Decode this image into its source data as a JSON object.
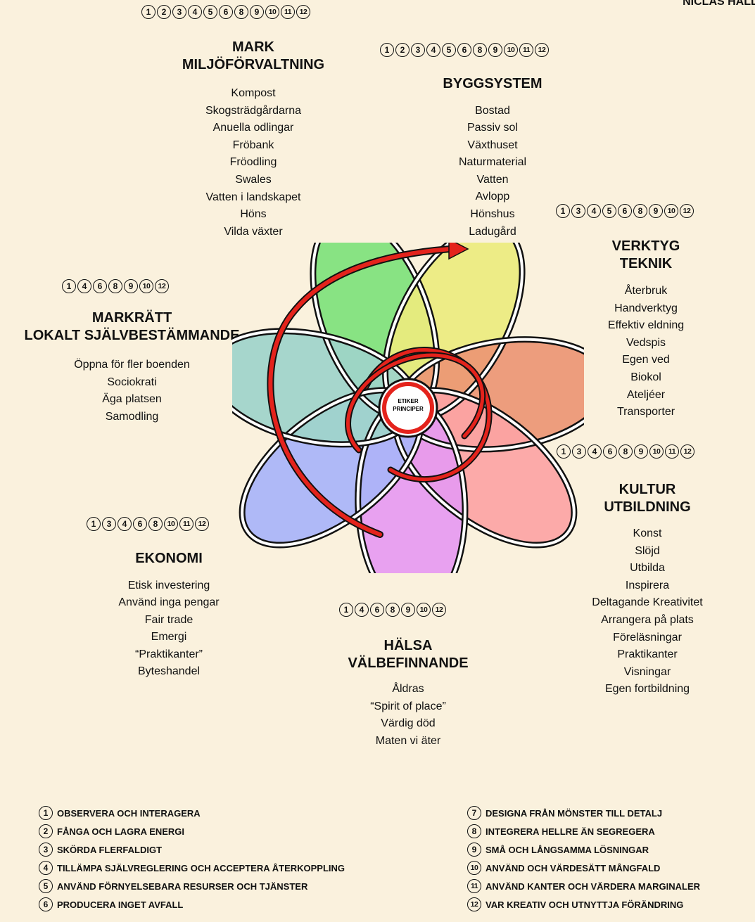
{
  "author": "NICLAS HALLBE",
  "center_label": [
    "ETIKER",
    "PRINCIPER"
  ],
  "colors": {
    "background": "#faf1dd",
    "petals": [
      "#7ee27b",
      "#ecec7e",
      "#ec9674",
      "#fca4a4",
      "#e69af1",
      "#a8b4f8",
      "#9ed4ca"
    ],
    "arrow": "#e4231c"
  },
  "sections": {
    "mark": {
      "principles": [
        "1",
        "2",
        "3",
        "4",
        "5",
        "6",
        "8",
        "9",
        "10",
        "11",
        "12"
      ],
      "title": [
        "MARK",
        "MILJÖFÖRVALTNING"
      ],
      "items": [
        "Kompost",
        "Skogsträdgårdarna",
        "Anuella odlingar",
        "Fröbank",
        "Fröodling",
        "Swales",
        "Vatten i landskapet",
        "Höns",
        "Vilda växter"
      ]
    },
    "byggsystem": {
      "principles": [
        "1",
        "2",
        "3",
        "4",
        "5",
        "6",
        "8",
        "9",
        "10",
        "11",
        "12"
      ],
      "title": [
        "BYGGSYSTEM"
      ],
      "items": [
        "Bostad",
        "Passiv sol",
        "Växthuset",
        "Naturmaterial",
        "Vatten",
        "Avlopp",
        "Hönshus",
        "Ladugård"
      ]
    },
    "verktyg": {
      "principles": [
        "1",
        "3",
        "4",
        "5",
        "6",
        "8",
        "9",
        "10",
        "12"
      ],
      "title": [
        "VERKTYG",
        "TEKNIK"
      ],
      "items": [
        "Återbruk",
        "Handverktyg",
        "Effektiv eldning",
        "Vedspis",
        "Egen ved",
        "Biokol",
        "Ateljéer",
        "Transporter"
      ]
    },
    "kultur": {
      "principles": [
        "1",
        "3",
        "4",
        "6",
        "8",
        "9",
        "10",
        "11",
        "12"
      ],
      "title": [
        "KULTUR",
        "UTBILDNING"
      ],
      "items": [
        "Konst",
        "Slöjd",
        "Utbilda",
        "Inspirera",
        "Deltagande Kreativitet",
        "Arrangera på plats",
        "Föreläsningar",
        "Praktikanter",
        "Visningar",
        "Egen fortbildning"
      ]
    },
    "halsa": {
      "principles": [
        "1",
        "4",
        "6",
        "8",
        "9",
        "10",
        "12"
      ],
      "title": [
        "HÄLSA",
        "VÄLBEFINNANDE"
      ],
      "items": [
        "Åldras",
        "“Spirit of place”",
        "Värdig död",
        "Maten vi äter"
      ]
    },
    "ekonomi": {
      "principles": [
        "1",
        "3",
        "4",
        "6",
        "8",
        "10",
        "11",
        "12"
      ],
      "title": [
        "EKONOMI"
      ],
      "items": [
        "Etisk investering",
        "Använd inga pengar",
        "Fair trade",
        "Emergi",
        "“Praktikanter”",
        "Byteshandel"
      ]
    },
    "markratt": {
      "principles": [
        "1",
        "4",
        "6",
        "8",
        "9",
        "10",
        "12"
      ],
      "title": [
        "MARKRÄTT",
        "LOKALT SJÄLVBESTÄMMANDE"
      ],
      "items": [
        "Öppna för fler boenden",
        "Sociokrati",
        "Äga platsen",
        "Samodling"
      ]
    }
  },
  "legend": {
    "left": [
      {
        "num": "1",
        "label": "OBSERVERA OCH INTERAGERA"
      },
      {
        "num": "2",
        "label": "FÅNGA OCH LAGRA ENERGI"
      },
      {
        "num": "3",
        "label": "SKÖRDA FLERFALDIGT"
      },
      {
        "num": "4",
        "label": "TILLÄMPA SJÄLVREGLERING OCH ACCEPTERA ÅTERKOPPLING"
      },
      {
        "num": "5",
        "label": "ANVÄND FÖRNYELSEBARA RESURSER OCH TJÄNSTER"
      },
      {
        "num": "6",
        "label": "PRODUCERA INGET AVFALL"
      }
    ],
    "right": [
      {
        "num": "7",
        "label": "DESIGNA FRÅN MÖNSTER TILL DETALJ"
      },
      {
        "num": "8",
        "label": "INTEGRERA HELLRE ÄN SEGREGERA"
      },
      {
        "num": "9",
        "label": "SMÅ OCH LÅNGSAMMA LÖSNINGAR"
      },
      {
        "num": "10",
        "label": "ANVÄND OCH VÄRDESÄTT MÅNGFALD"
      },
      {
        "num": "11",
        "label": "ANVÄND KANTER OCH VÄRDERA MARGINALER"
      },
      {
        "num": "12",
        "label": "VAR KREATIV OCH UTNYTTJA FÖRÄNDRING"
      }
    ]
  }
}
